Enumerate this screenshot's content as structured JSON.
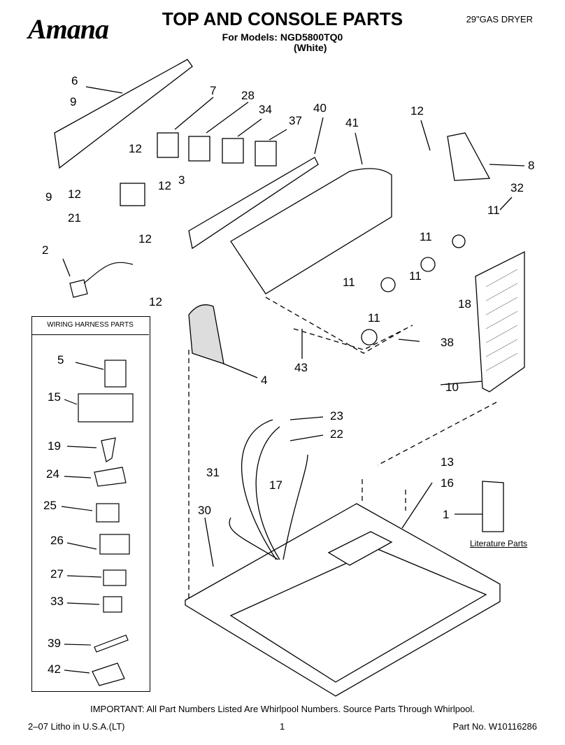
{
  "header": {
    "brand": "Amana",
    "title": "TOP AND CONSOLE PARTS",
    "models_line": "For Models: NGD5800TQ0",
    "color_line": "(White)",
    "product": "29\"GAS DRYER"
  },
  "callouts": [
    "6",
    "9",
    "9",
    "7",
    "28",
    "34",
    "40",
    "37",
    "41",
    "12",
    "8",
    "12",
    "12",
    "21",
    "3",
    "12",
    "12",
    "32",
    "11",
    "2",
    "11",
    "11",
    "11",
    "18",
    "12",
    "11",
    "38",
    "43",
    "4",
    "10",
    "23",
    "22",
    "31",
    "17",
    "13",
    "16",
    "30",
    "1"
  ],
  "wiring_harness": {
    "title": "WIRING HARNESS PARTS",
    "items": [
      "5",
      "15",
      "19",
      "24",
      "25",
      "26",
      "27",
      "33",
      "39",
      "42"
    ]
  },
  "literature_label": "Literature Parts",
  "footer": {
    "important": "IMPORTANT: All Part Numbers Listed Are Whirlpool Numbers. Source Parts Through Whirlpool.",
    "litho": "2–07 Litho in U.S.A.(LT)",
    "page": "1",
    "part_no": "Part No. W10116286"
  }
}
